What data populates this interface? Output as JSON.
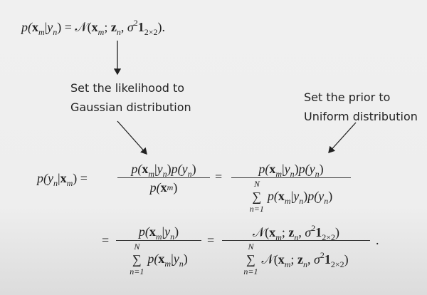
{
  "equations": {
    "likelihood": [
      [
        "i",
        "p("
      ],
      [
        "b",
        "x"
      ],
      [
        "s",
        "m"
      ],
      [
        "r",
        "|"
      ],
      [
        "i",
        "y"
      ],
      [
        "s",
        "n"
      ],
      [
        "r",
        ") = 𝒩("
      ],
      [
        "b",
        "x"
      ],
      [
        "s",
        "m"
      ],
      [
        "r",
        "; "
      ],
      [
        "b",
        "z"
      ],
      [
        "s",
        "n"
      ],
      [
        "r",
        ", "
      ],
      [
        "i",
        "σ"
      ],
      [
        "u",
        "2"
      ],
      [
        "b",
        "1"
      ],
      [
        "sr",
        "2×2"
      ],
      [
        "r",
        ")."
      ]
    ],
    "posterior_lhs": [
      [
        "i",
        "p("
      ],
      [
        "i",
        "y"
      ],
      [
        "s",
        "n"
      ],
      [
        "r",
        "|"
      ],
      [
        "b",
        "x"
      ],
      [
        "s",
        "m"
      ],
      [
        "r",
        ") ="
      ]
    ],
    "frac1_num": [
      [
        "i",
        "p("
      ],
      [
        "b",
        "x"
      ],
      [
        "s",
        "m"
      ],
      [
        "r",
        "|"
      ],
      [
        "i",
        "y"
      ],
      [
        "s",
        "n"
      ],
      [
        "r",
        ")"
      ],
      [
        "i",
        "p("
      ],
      [
        "i",
        "y"
      ],
      [
        "s",
        "n"
      ],
      [
        "r",
        ")"
      ]
    ],
    "frac1_den": [
      [
        "i",
        "p("
      ],
      [
        "b",
        "x"
      ],
      [
        "s",
        "m"
      ],
      [
        "r",
        ")"
      ]
    ],
    "equals": "=",
    "frac2_num": [
      [
        "i",
        "p("
      ],
      [
        "b",
        "x"
      ],
      [
        "s",
        "m"
      ],
      [
        "r",
        "|"
      ],
      [
        "i",
        "y"
      ],
      [
        "s",
        "n"
      ],
      [
        "r",
        ")"
      ],
      [
        "i",
        "p("
      ],
      [
        "i",
        "y"
      ],
      [
        "s",
        "n"
      ],
      [
        "r",
        ")"
      ]
    ],
    "frac2_den": [
      [
        "i",
        "p("
      ],
      [
        "b",
        "x"
      ],
      [
        "s",
        "m"
      ],
      [
        "r",
        "|"
      ],
      [
        "i",
        "y"
      ],
      [
        "s",
        "n"
      ],
      [
        "r",
        ")"
      ],
      [
        "i",
        "p("
      ],
      [
        "i",
        "y"
      ],
      [
        "s",
        "n"
      ],
      [
        "r",
        ")"
      ]
    ],
    "frac3_num": [
      [
        "i",
        "p("
      ],
      [
        "b",
        "x"
      ],
      [
        "s",
        "m"
      ],
      [
        "r",
        "|"
      ],
      [
        "i",
        "y"
      ],
      [
        "s",
        "n"
      ],
      [
        "r",
        ")"
      ]
    ],
    "frac3_den": [
      [
        "i",
        "p("
      ],
      [
        "b",
        "x"
      ],
      [
        "s",
        "m"
      ],
      [
        "r",
        "|"
      ],
      [
        "i",
        "y"
      ],
      [
        "s",
        "n"
      ],
      [
        "r",
        ")"
      ]
    ],
    "frac4_num": [
      [
        "r",
        "𝒩("
      ],
      [
        "b",
        "x"
      ],
      [
        "s",
        "m"
      ],
      [
        "r",
        "; "
      ],
      [
        "b",
        "z"
      ],
      [
        "s",
        "n"
      ],
      [
        "r",
        ", "
      ],
      [
        "i",
        "σ"
      ],
      [
        "u",
        "2"
      ],
      [
        "b",
        "1"
      ],
      [
        "sr",
        "2×2"
      ],
      [
        "r",
        ")"
      ]
    ],
    "frac4_den": [
      [
        "r",
        "𝒩("
      ],
      [
        "b",
        "x"
      ],
      [
        "s",
        "m"
      ],
      [
        "r",
        "; "
      ],
      [
        "b",
        "z"
      ],
      [
        "s",
        "n"
      ],
      [
        "r",
        ", "
      ],
      [
        "i",
        "σ"
      ],
      [
        "u",
        "2"
      ],
      [
        "b",
        "1"
      ],
      [
        "sr",
        "2×2"
      ],
      [
        "r",
        ")"
      ]
    ],
    "sum_upper": "N",
    "sum_symbol": "∑",
    "sum_lower": "n=1",
    "period": "."
  },
  "annotations": {
    "likelihood_line1": "Set the likelihood to",
    "likelihood_line2": "Gaussian distribution",
    "prior_line1": "Set the prior to",
    "prior_line2": "Uniform distribution"
  }
}
